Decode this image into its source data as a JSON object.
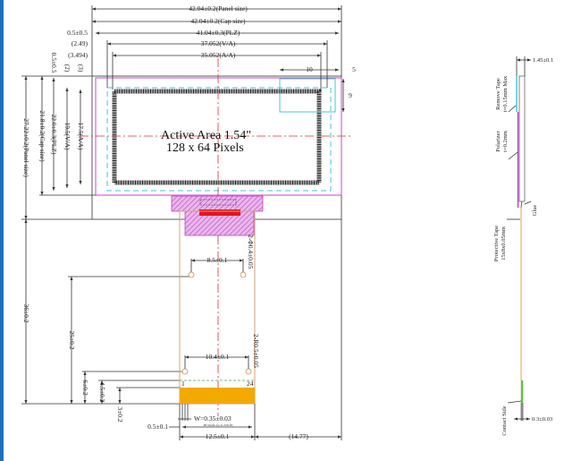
{
  "top_dims": {
    "panel": "42.04±0.2(Panel size)",
    "cap": "42.04±0.2(Cap size)",
    "plz": "41.04±0.3(PLZ)",
    "va": "37.052(V/A)",
    "aa": "35.052(A/A)",
    "plz_offset": "0.5±0.5",
    "va_offset": "(2.49)",
    "aa_offset": "(3.494)",
    "win_w": "10",
    "win_gap": "5",
    "win_h": "9"
  },
  "left_dims": {
    "top_offset": "0.5±0.5",
    "va_top": "(2)",
    "aa_top": "(3)",
    "panel": "27.22±0.2(Panel size)",
    "cap": "21.8±0.2(Cap size)",
    "plz": "22.0±0.3(PLZ)",
    "va": "19.5(V/A)",
    "aa": "17.5(A/A)",
    "total": "36±0.2",
    "hole_y": "25±0.2",
    "d6": "6±0.2",
    "d45": "4.5±0.2",
    "d3": "3±0.2"
  },
  "active_area": {
    "line1": "Active Area 1.54\"",
    "line2": "128 x 64 Pixels"
  },
  "fpc": {
    "hole_pitch_top": "8.5±0.1",
    "hole_top_label": "2-Φ0.4±0.05",
    "hole_pitch_bottom": "10.4±0.1",
    "hole_bottom_label": "2-R0.5±0.05",
    "pin_first": "1",
    "pin_last": "24",
    "pin_width": "W=0.35±0.03",
    "pin_edge": "0.5±0.1",
    "pin_pitch": "P0.5x(24-1)=11.5±0.05",
    "width": "12.5±0.1",
    "offset": "(14.77)"
  },
  "side_view": {
    "thickness": "1.45±0.1",
    "remove_tape": "Remove Tape",
    "remove_tape_t": "t=0.15mm Max",
    "polarizer": "Polarizer",
    "polarizer_t": "t=0.2mm",
    "glue": "Glue",
    "protective_tape": "Protective Tape",
    "protective_tape_size": "15x8x0.05mm",
    "contact_side": "Contact Side",
    "fpc_thickness": "0.3±0.03"
  },
  "colors": {
    "magenta": "#d040d0",
    "cyan": "#40c8d0",
    "red": "#e8141e",
    "orange": "#f2a900",
    "fpc": "#d8a070",
    "green": "#60c040",
    "frame": "#1f6fc0"
  }
}
